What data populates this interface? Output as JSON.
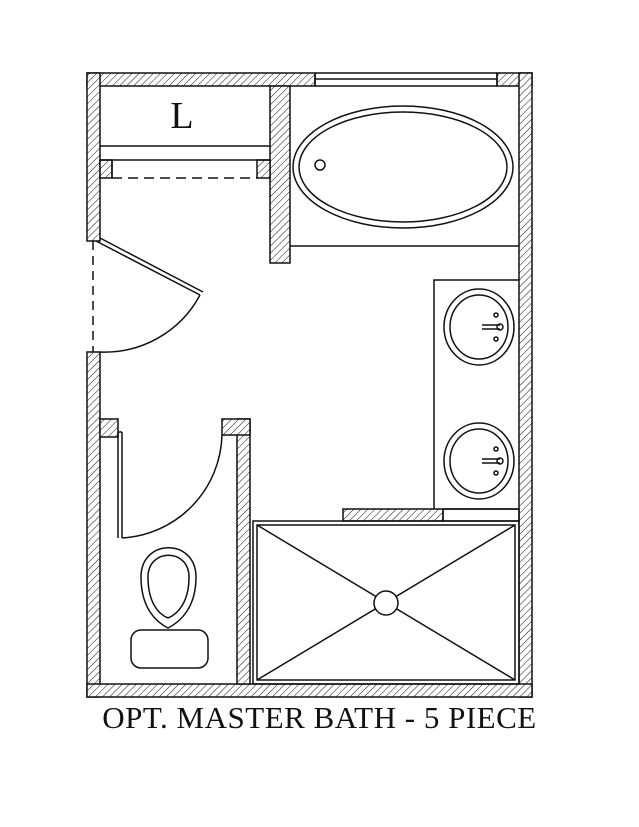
{
  "plan": {
    "caption": "OPT. MASTER BATH - 5 PIECE",
    "linen_label": "L",
    "fixtures": {
      "tub": "oval-tub",
      "sinks": [
        "sink-upper",
        "sink-lower"
      ],
      "toilet": "toilet",
      "shower": "shower"
    },
    "colors": {
      "line": "#111111",
      "background": "#ffffff"
    }
  }
}
